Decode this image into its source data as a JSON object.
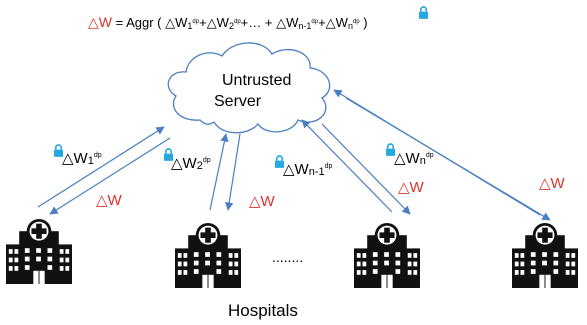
{
  "formula": {
    "lhs_delta": "△W",
    "equals": " = ",
    "aggr": "Aggr ( ",
    "terms": [
      {
        "base": "△W",
        "sub": "1",
        "sup": "dp",
        "op": "+"
      },
      {
        "base": "△W",
        "sub": "2",
        "sup": "dp",
        "op": "+… + "
      },
      {
        "base": "△W",
        "sub": "n-1",
        "sup": "dp",
        "op": "+"
      },
      {
        "base": "△W",
        "sub": "n",
        "sup": "dp",
        "op": ""
      }
    ],
    "close": " )"
  },
  "server": {
    "line1": "Untrusted",
    "line2": "Server"
  },
  "uploads": [
    {
      "base": "△W",
      "sub": "1",
      "sup": "dp"
    },
    {
      "base": "△W",
      "sub": "2",
      "sup": "dp"
    },
    {
      "base": "△W",
      "sub": "n-1",
      "sup": "dp"
    },
    {
      "base": "△W",
      "sub": "n",
      "sup": "dp"
    }
  ],
  "downloads": [
    "△W",
    "△W",
    "△W",
    "△W"
  ],
  "ellipsis": "........",
  "caption": "Hospitals",
  "colors": {
    "accent_red": "#e0312b",
    "arrow_blue": "#4a7fc1",
    "lock_blue": "#29a8e0",
    "icon_black": "#111111"
  },
  "icons": {
    "lock": "lock-icon",
    "hospital": "hospital-building-icon",
    "cloud": "cloud-icon"
  }
}
